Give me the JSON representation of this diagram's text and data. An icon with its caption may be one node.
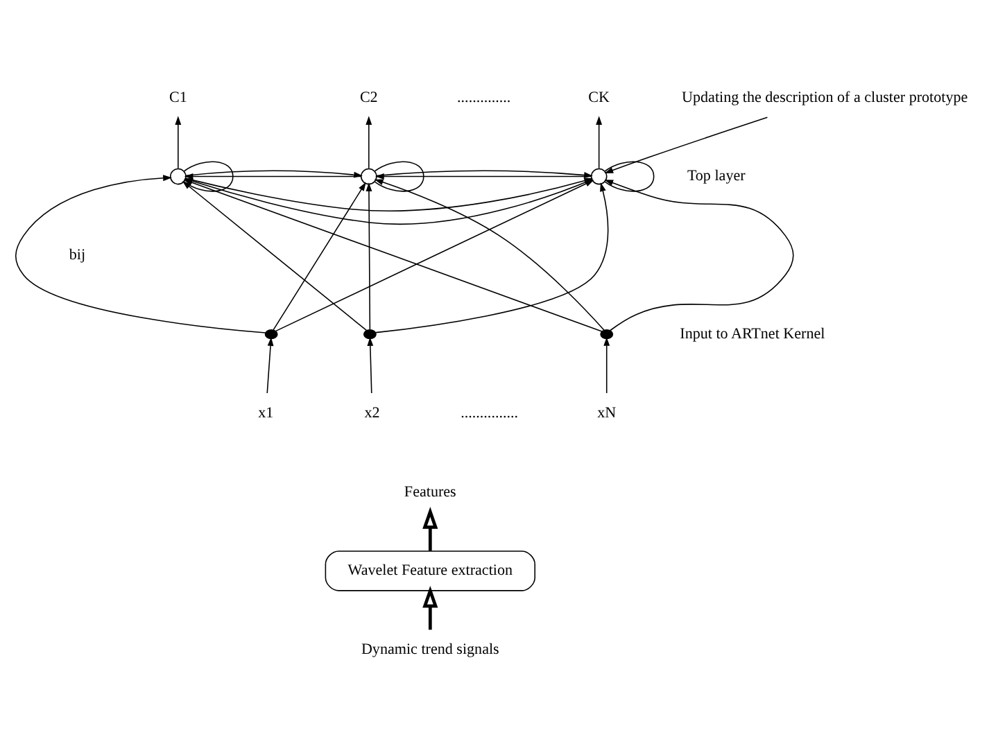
{
  "diagram": {
    "nodes": [
      {
        "text": [
          "C1"
        ]
      },
      {
        "text": [
          "C2"
        ]
      },
      {
        "text": [
          "CK"
        ]
      },
      {
        "text": [],
        "shape": "circle"
      },
      {
        "text": [],
        "shape": "circle"
      },
      {
        "text": [],
        "shape": "circle"
      },
      {
        "text": [],
        "shape": "circle"
      },
      {
        "text": [],
        "shape": "circle"
      },
      {
        "text": [],
        "shape": "circle"
      },
      {
        "text": [
          "x1"
        ]
      },
      {
        "text": [
          "x2"
        ]
      },
      {
        "text": [
          "xN"
        ]
      },
      {
        "text": [
          "Features"
        ]
      },
      {
        "text": [
          "Wavelet Feature extraction"
        ]
      },
      {
        "text": [
          "Dynamic trend signals"
        ]
      },
      {
        "text": [
          "Updating the description of a cluster prototype"
        ]
      }
    ],
    "edges": [
      {
        "from": 3,
        "to": 0,
        "arrow": "to"
      },
      {
        "from": 4,
        "to": 1,
        "arrow": "to"
      },
      {
        "from": 5,
        "to": 2,
        "arrow": "to"
      },
      {
        "from": 3,
        "to": 3,
        "arrow": "none"
      },
      {
        "from": 4,
        "to": 4,
        "arrow": "none"
      },
      {
        "from": 5,
        "to": 5,
        "arrow": "none"
      },
      {
        "from": 3,
        "to": 4,
        "arrow": "to"
      },
      {
        "from": 4,
        "to": 3,
        "arrow": "to"
      },
      {
        "from": 3,
        "to": 5,
        "arrow": "to"
      },
      {
        "from": 4,
        "to": 5,
        "arrow": "to"
      },
      {
        "from": 5,
        "to": 4,
        "arrow": "to"
      },
      {
        "from": 5,
        "to": 3,
        "arrow": "to"
      },
      {
        "from": 15,
        "to": 5,
        "arrow": "to"
      },
      {
        "from": 6,
        "to": 3,
        "arrow": "to"
      },
      {
        "from": 6,
        "to": 4,
        "arrow": "to"
      },
      {
        "from": 6,
        "to": 5,
        "arrow": "to"
      },
      {
        "from": 7,
        "to": 3,
        "arrow": "to"
      },
      {
        "from": 7,
        "to": 4,
        "arrow": "to"
      },
      {
        "from": 7,
        "to": 5,
        "arrow": "to"
      },
      {
        "from": 8,
        "to": 3,
        "arrow": "to"
      },
      {
        "from": 8,
        "to": 4,
        "arrow": "to"
      },
      {
        "from": 8,
        "to": 5,
        "arrow": "to"
      },
      {
        "from": 9,
        "to": 6,
        "arrow": "to"
      },
      {
        "from": 10,
        "to": 7,
        "arrow": "to"
      },
      {
        "from": 11,
        "to": 8,
        "arrow": "to"
      },
      {
        "from": 13,
        "to": 12,
        "arrow": "to",
        "style": "thick"
      },
      {
        "from": 14,
        "to": 13,
        "arrow": "to",
        "style": "thick"
      }
    ],
    "labels": [
      "..............",
      "bij",
      "Top layer",
      "Input to ARTnet Kernel",
      "..............."
    ]
  }
}
